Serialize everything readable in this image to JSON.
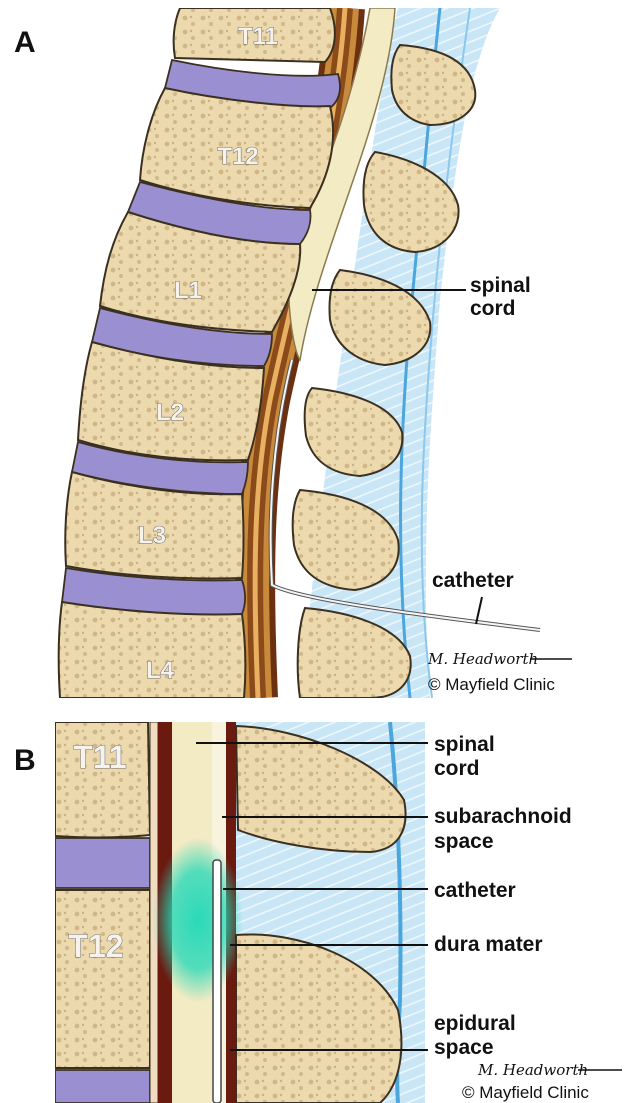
{
  "panels": {
    "a": {
      "letter": "A",
      "vertebrae": [
        "T11",
        "T12",
        "L1",
        "L2",
        "L3",
        "L4"
      ],
      "callouts": {
        "spinal_cord": [
          "spinal",
          "cord"
        ],
        "catheter": "catheter"
      },
      "signature": "M. Headworth",
      "credit": "© Mayfield Clinic"
    },
    "b": {
      "letter": "B",
      "vertebrae": [
        "T11",
        "T12"
      ],
      "callouts": {
        "spinal_cord": [
          "spinal",
          "cord"
        ],
        "subarachnoid": [
          "subarachnoid",
          "space"
        ],
        "catheter": "catheter",
        "dura": "dura mater",
        "epidural": [
          "epidural",
          "space"
        ]
      },
      "signature": "M. Headworth",
      "credit": "© Mayfield Clinic"
    }
  },
  "colors": {
    "bone": "#ecd9ae",
    "bone_edge": "#3b3020",
    "disc": "#9a8fd0",
    "dura": "#7a3a12",
    "cord": "#f2ebc4",
    "ligament": "#bfe0f2",
    "drug": "#20d8b8"
  }
}
